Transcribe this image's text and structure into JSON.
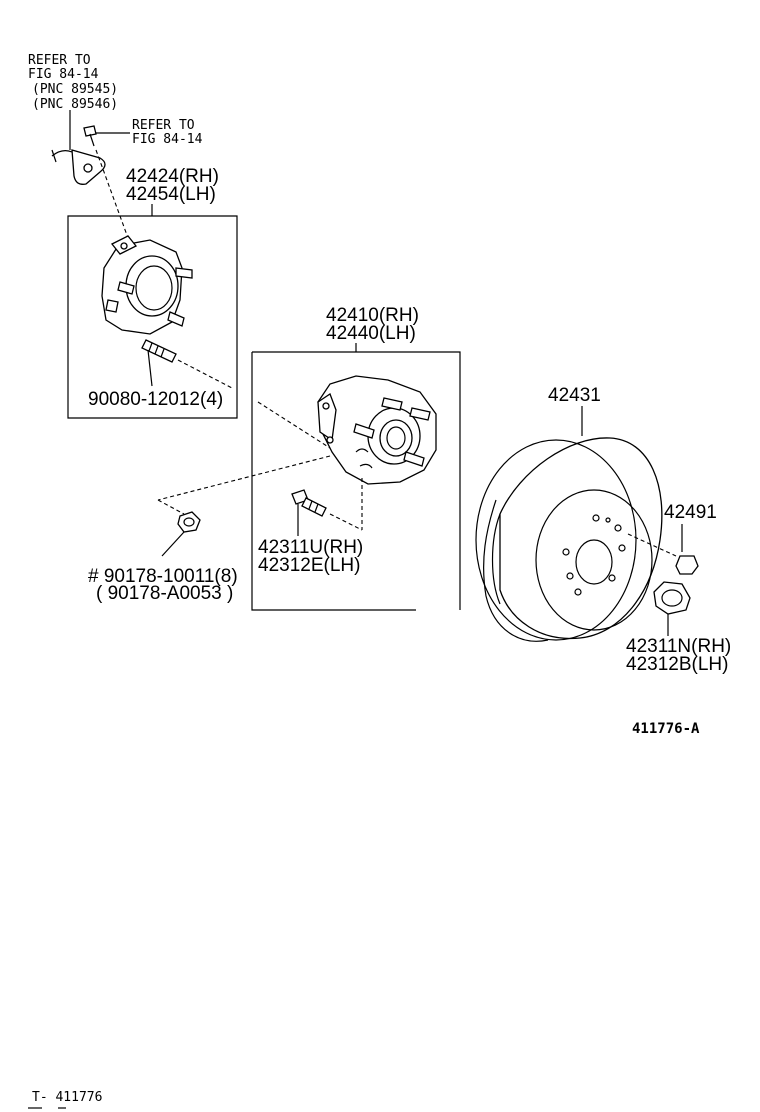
{
  "diagram": {
    "labels": {
      "refer_fig_a_line1": "REFER TO",
      "refer_fig_a_line2": "FIG 84-14",
      "pnc_1": "(PNC 89545)",
      "pnc_2": "(PNC 89546)",
      "refer_fig_b_line1": "REFER TO",
      "refer_fig_b_line2": "FIG 84-14",
      "carrier_rh": "42424(RH)",
      "carrier_lh": "42454(LH)",
      "stud_bolt": "90080-12012(4)",
      "hub_rh": "42410(RH)",
      "hub_lh": "42440(LH)",
      "hub_bolt_rh": "42311U(RH)",
      "hub_bolt_lh": "42312E(LH)",
      "nut_main": "# 90178-10011(8)",
      "nut_alt": "( 90178-A0053 )",
      "disc": "42431",
      "plug": "42491",
      "hub_nut_rh": "42311N(RH)",
      "hub_nut_lh": "42312B(LH)",
      "figure_code": "411776-A",
      "page_code": "T- 411776"
    }
  }
}
